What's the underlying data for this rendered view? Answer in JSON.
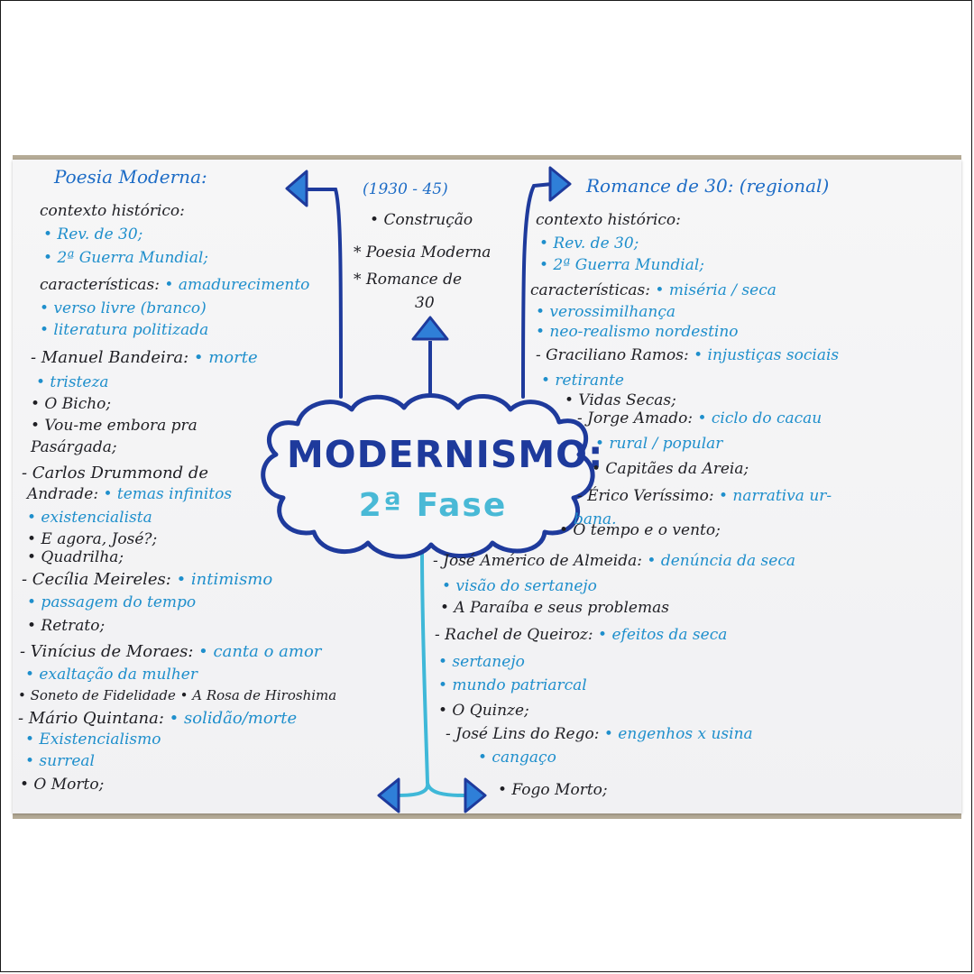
{
  "center": {
    "title": "MODERNISMO:",
    "subtitle": "2ª Fase",
    "dates": "(1930 - 45)",
    "items": [
      "Construção",
      "Poesia Moderna",
      "Romance de",
      "30"
    ]
  },
  "left": {
    "header": "Poesia Moderna:",
    "lines": [
      {
        "text": "contexto histórico:",
        "color": "black"
      },
      {
        "text": "• Rev. de 30;",
        "color": "blue"
      },
      {
        "text": "• 2ª Guerra Mundial;",
        "color": "blue"
      },
      {
        "text": "características: • amadurecimento",
        "color": "mixed"
      },
      {
        "text": "• verso livre (branco)",
        "color": "blue"
      },
      {
        "text": "• literatura politizada",
        "color": "blue"
      },
      {
        "text": "- Manuel Bandeira: • morte",
        "color": "mixed"
      },
      {
        "text": "• tristeza",
        "color": "blue"
      },
      {
        "text": "• O Bicho;",
        "color": "black"
      },
      {
        "text": "• Vou-me embora pra",
        "color": "black"
      },
      {
        "text": "Pasárgada;",
        "color": "black"
      },
      {
        "text": "- Carlos Drummond de",
        "color": "black"
      },
      {
        "text": "Andrade: • temas infinitos",
        "color": "mixed"
      },
      {
        "text": "• existencialista",
        "color": "blue"
      },
      {
        "text": "• E agora, José?;",
        "color": "black"
      },
      {
        "text": "• Quadrilha;",
        "color": "black"
      },
      {
        "text": "- Cecília Meireles: • intimismo",
        "color": "mixed"
      },
      {
        "text": "• passagem do tempo",
        "color": "blue"
      },
      {
        "text": "• Retrato;",
        "color": "black"
      },
      {
        "text": "- Vinícius de Moraes: • canta o amor",
        "color": "mixed"
      },
      {
        "text": "• exaltação da mulher",
        "color": "blue"
      },
      {
        "text": "• Soneto de Fidelidade • A Rosa de Hiroshima",
        "color": "black"
      },
      {
        "text": "- Mário Quintana: • solidão/morte",
        "color": "mixed"
      },
      {
        "text": "• Existencialismo",
        "color": "blue"
      },
      {
        "text": "• surreal",
        "color": "blue"
      },
      {
        "text": "• O Morto;",
        "color": "black"
      }
    ]
  },
  "right": {
    "header": "Romance de 30: (regional)",
    "lines": [
      {
        "text": "contexto histórico:",
        "color": "black"
      },
      {
        "text": "• Rev. de 30;",
        "color": "blue"
      },
      {
        "text": "• 2ª Guerra Mundial;",
        "color": "blue"
      },
      {
        "text": "características: • miséria / seca",
        "color": "mixed"
      },
      {
        "text": "• verossimilhança",
        "color": "blue"
      },
      {
        "text": "• neo-realismo nordestino",
        "color": "blue"
      },
      {
        "text": "- Graciliano Ramos: • injustiças sociais",
        "color": "mixed"
      },
      {
        "text": "• retirante",
        "color": "blue"
      },
      {
        "text": "• Vidas Secas;",
        "color": "black"
      },
      {
        "text": "- Jorge Amado: • ciclo do cacau",
        "color": "mixed"
      },
      {
        "text": "• rural / popular",
        "color": "blue"
      },
      {
        "text": "• Capitães da Areia;",
        "color": "black"
      },
      {
        "text": "- Érico Veríssimo: • narrativa ur-",
        "color": "mixed"
      },
      {
        "text": "bana.",
        "color": "blue"
      },
      {
        "text": "• O tempo e o vento;",
        "color": "black"
      },
      {
        "text": "- José Américo de Almeida: • denúncia da seca",
        "color": "mixed"
      },
      {
        "text": "• visão do sertanejo",
        "color": "blue"
      },
      {
        "text": "• A Paraíba e seus problemas",
        "color": "black"
      },
      {
        "text": "- Rachel de Queiroz: • efeitos da seca",
        "color": "mixed"
      },
      {
        "text": "• sertanejo",
        "color": "blue"
      },
      {
        "text": "• mundo patriarcal",
        "color": "blue"
      },
      {
        "text": "• O Quinze;",
        "color": "black"
      },
      {
        "text": "- José Lins do Rego: • engenhos x usina",
        "color": "mixed"
      },
      {
        "text": "• cangaço",
        "color": "blue"
      },
      {
        "text": "• Fogo Morto;",
        "color": "black"
      }
    ]
  },
  "colors": {
    "ink_black": "#1f1f24",
    "ink_blue": "#1f8fcc",
    "ink_header": "#1d6cc6",
    "title_navy": "#1e3a9c",
    "subtitle_cyan": "#49b9d6",
    "cloud": "#1e3a9c",
    "arrow_blue": "#2f7fd8",
    "arrow_navy": "#1e3a9c",
    "arrow_cyan": "#3fb8d8"
  }
}
